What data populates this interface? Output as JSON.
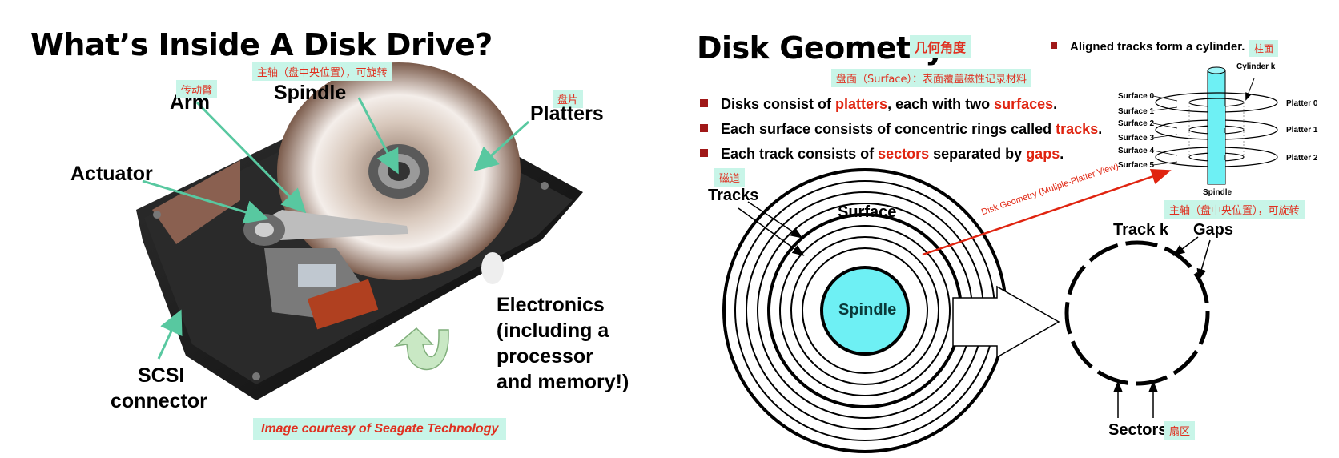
{
  "left": {
    "title": "What’s Inside A Disk Drive?",
    "labels": {
      "spindle": "Spindle",
      "arm": "Arm",
      "platters": "Platters",
      "actuator": "Actuator",
      "scsi_1": "SCSI",
      "scsi_2": "connector",
      "electronics_1": "Electronics",
      "electronics_2": "(including a",
      "electronics_3": "processor",
      "electronics_4": "and memory!)"
    },
    "notes": {
      "spindle": "主轴（盘中央位置），可旋转",
      "arm": "传动臂",
      "platters": "盘片"
    },
    "credit": "Image courtesy of Seagate Technology"
  },
  "right": {
    "title": "Disk Geometry",
    "title_note": "几何角度",
    "surface_note": "盘面（Surface）：表面覆盖磁性记录材料",
    "bullets": [
      {
        "pre": "Disks consist of ",
        "hl1": "platters",
        "mid": ", each with two ",
        "hl2": "surfaces",
        "post": "."
      },
      {
        "pre": "Each surface consists of concentric rings called ",
        "hl1": "tracks",
        "mid": "",
        "hl2": "",
        "post": "."
      },
      {
        "pre": "Each track consists of ",
        "hl1": "sectors",
        "mid": " separated by ",
        "hl2": "gaps",
        "post": "."
      }
    ],
    "cylinder_bullet": "Aligned tracks form a cylinder.",
    "cylinder_note": "柱面",
    "tracks_label": "Tracks",
    "tracks_note": "磁道",
    "surface_label": "Surface",
    "spindle_label": "Spindle",
    "track_k": "Track k",
    "gaps": "Gaps",
    "sectors": "Sectors",
    "sectors_note": "扇区",
    "multi_platter_caption": "Disk Geometry (Muliple-Platter View)",
    "spindle_note": "主轴（盘中央位置），可旋转",
    "mini": {
      "cylinder_k": "Cylinder k",
      "surfaces": [
        "Surface 0",
        "Surface 1",
        "Surface 2",
        "Surface 3",
        "Surface 4",
        "Surface 5"
      ],
      "platters": [
        "Platter 0",
        "Platter 1",
        "Platter 2"
      ],
      "spindle": "Spindle"
    },
    "colors": {
      "spindle_fill": "#6ef0f4",
      "highlight": "#e02410",
      "note_bg": "#c8f5e8",
      "bullet": "#a01818"
    }
  }
}
